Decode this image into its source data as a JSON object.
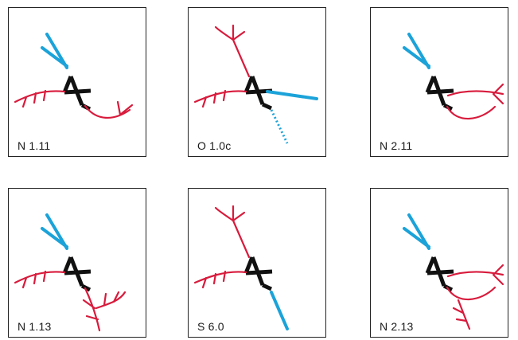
{
  "panels": [
    {
      "code": "N 1.11"
    },
    {
      "code": "O 1.0c"
    },
    {
      "code": "N 2.11"
    },
    {
      "code": "N 1.13"
    },
    {
      "code": "S 6.0"
    },
    {
      "code": "N 2.13"
    }
  ],
  "colors": {
    "red": "#d81b3c",
    "blue": "#1ba3d9",
    "black": "#111111"
  }
}
